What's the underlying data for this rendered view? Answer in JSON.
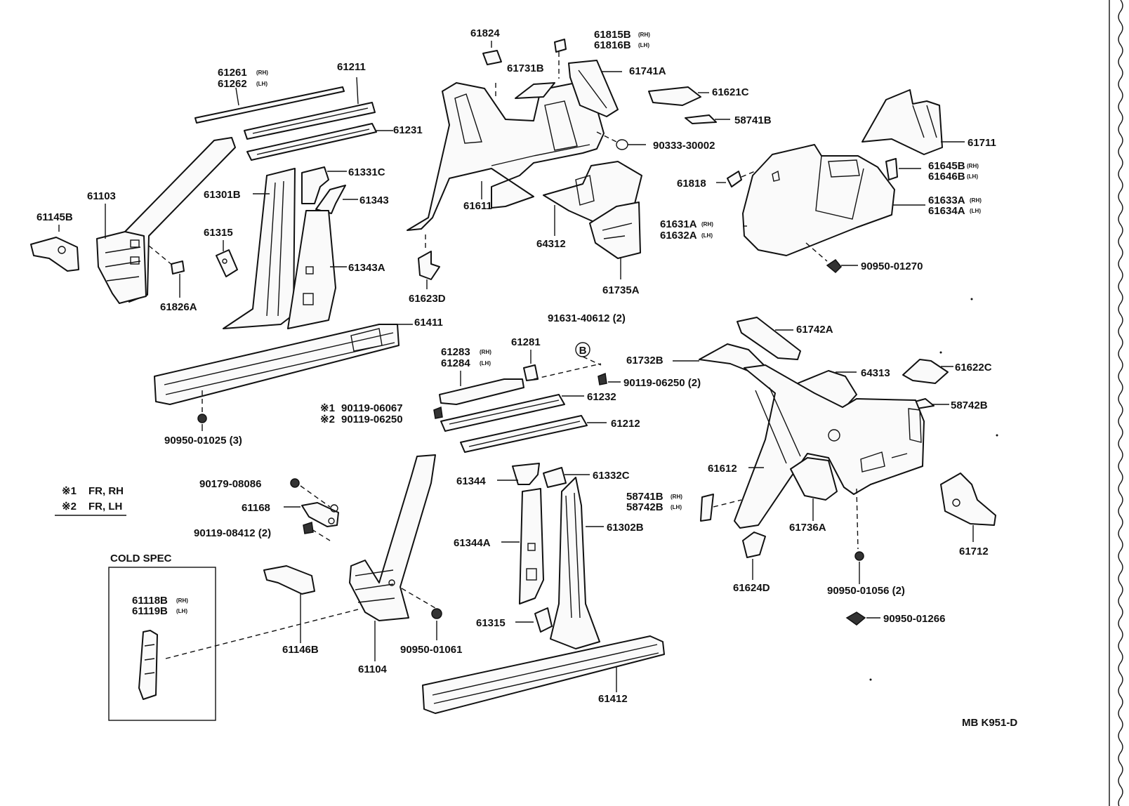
{
  "labels": {
    "l61824": "61824",
    "l61815b": "61815B",
    "l61816b": "61816B",
    "l61261": "61261",
    "l61262": "61262",
    "l61211": "61211",
    "l61731b": "61731B",
    "l61741a": "61741A",
    "l61621c": "61621C",
    "l58741b_top": "58741B",
    "l61231": "61231",
    "l90333": "90333-30002",
    "l61711": "61711",
    "l61103": "61103",
    "l61331c": "61331C",
    "l61301b": "61301B",
    "l61343": "61343",
    "l61145b": "61145B",
    "l61315_top": "61315",
    "l61611": "61611",
    "l61818": "61818",
    "l61645b": "61645B",
    "l61646b": "61646B",
    "l61633a": "61633A",
    "l61634a": "61634A",
    "l61631a": "61631A",
    "l61632a": "61632A",
    "l64312": "64312",
    "l61343a": "61343A",
    "l90950_01270": "90950-01270",
    "l61826a": "61826A",
    "l61735a": "61735A",
    "l61623d": "61623D",
    "l61411": "61411",
    "l91631": "91631-40612 (2)",
    "l61742a": "61742A",
    "l61283": "61283",
    "l61284": "61284",
    "l61281": "61281",
    "l61732b": "61732B",
    "l61622c": "61622C",
    "l64313": "64313",
    "l90119_06250b": "90119-06250 (2)",
    "l61232": "61232",
    "l58742b_r": "58742B",
    "l90119_06067": "90119-06067",
    "l90119_06250": "90119-06250",
    "l61212": "61212",
    "l90950_01025": "90950-01025 (3)",
    "l61612": "61612",
    "l90179": "90179-08086",
    "l61344": "61344",
    "l61332c": "61332C",
    "l61168": "61168",
    "l58741b_mid": "58741B",
    "l58742b_mid": "58742B",
    "l90119_08412": "90119-08412 (2)",
    "l61302b": "61302B",
    "l61736a": "61736A",
    "l61712": "61712",
    "l61344a": "61344A",
    "l61624d": "61624D",
    "l90950_01056": "90950-01056 (2)",
    "l61118b": "61118B",
    "l61119b": "61119B",
    "l61315_bot": "61315",
    "l90950_01266": "90950-01266",
    "l61146b": "61146B",
    "l90950_01061": "90950-01061",
    "l61104": "61104",
    "l61412": "61412"
  },
  "legend": {
    "mark1": "※1",
    "text1": "FR, RH",
    "mark2": "※2",
    "text2": "FR, LH",
    "prefix1": "※1",
    "prefix2": "※2"
  },
  "marker": "B",
  "suffix": {
    "rh": "(RH)",
    "lh": "(LH)"
  },
  "cold_spec": "COLD SPEC",
  "code": "MB K951-D"
}
